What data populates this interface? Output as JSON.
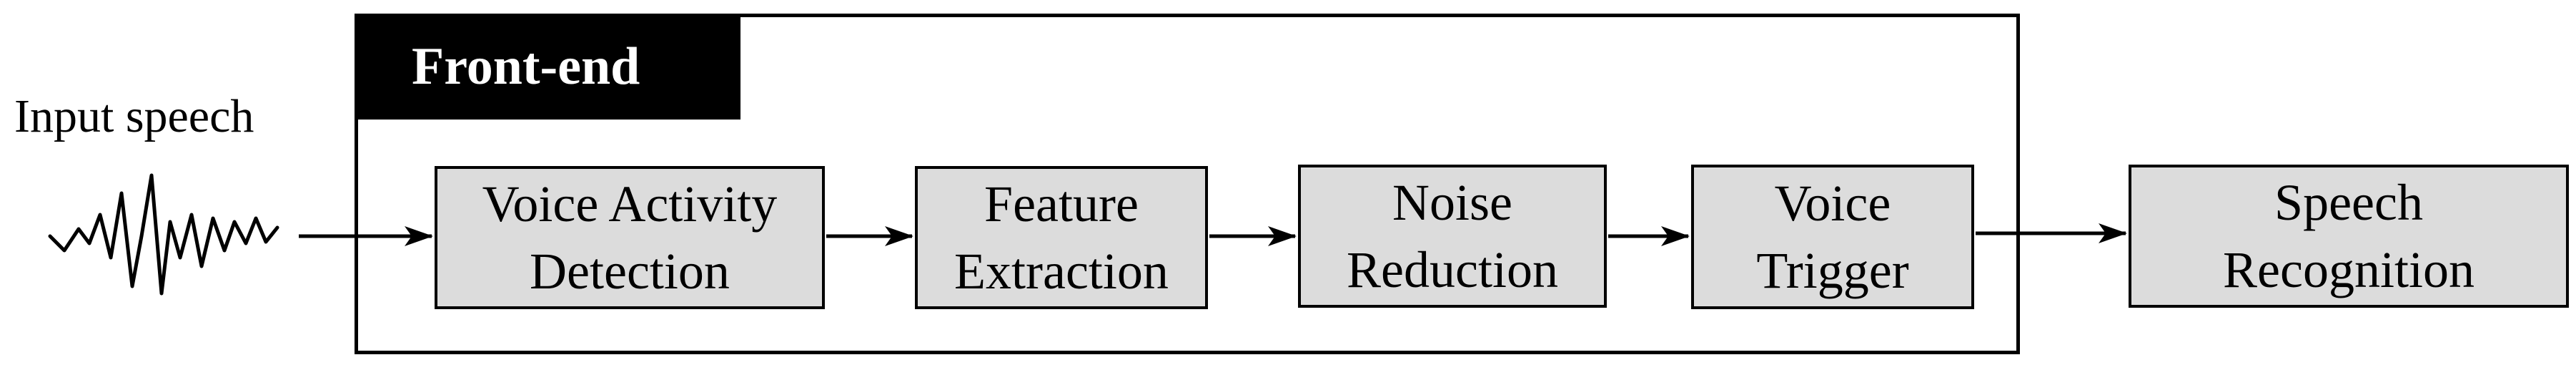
{
  "input": {
    "label": "Input speech"
  },
  "frontend": {
    "title": "Front-end"
  },
  "blocks": [
    {
      "line1": "Voice Activity",
      "line2": "Detection"
    },
    {
      "line1": "Feature",
      "line2": "Extraction"
    },
    {
      "line1": "Noise",
      "line2": "Reduction"
    },
    {
      "line1": "Voice",
      "line2": "Trigger"
    },
    {
      "line1": "Speech",
      "line2": "Recognition"
    }
  ],
  "colors": {
    "block_fill": "#dcdcdc",
    "stroke": "#000000",
    "tab_fill": "#000000",
    "tab_text": "#ffffff"
  }
}
